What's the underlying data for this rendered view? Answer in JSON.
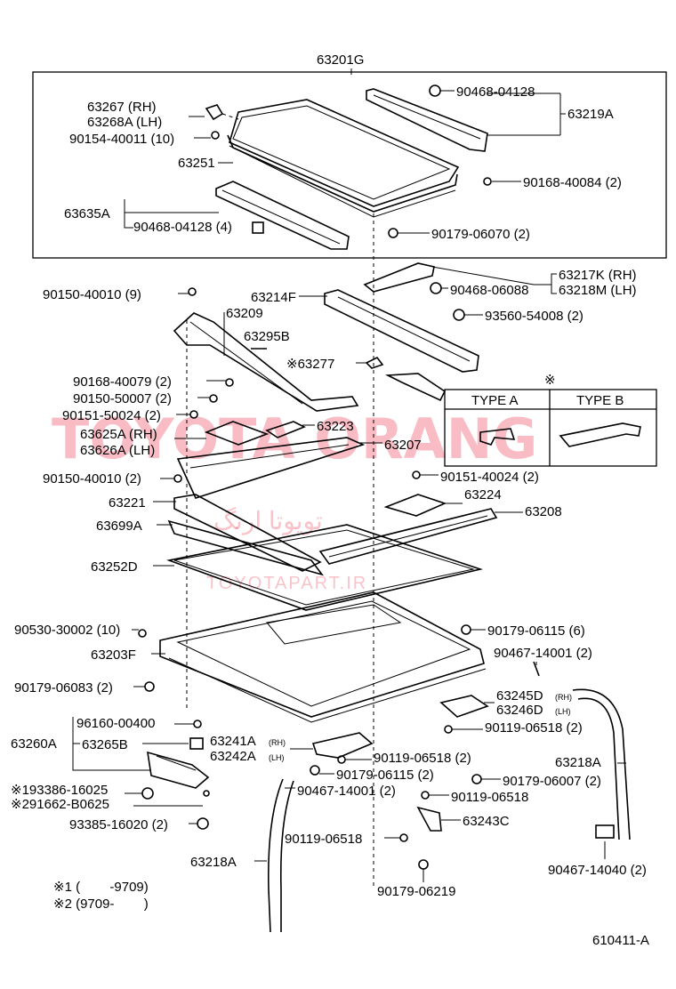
{
  "title_part": "63201G",
  "figure_code": "610411-A",
  "watermark": {
    "main": "TOYOTA ORANG",
    "sub": "TOYOTAPART.IR",
    "persian": "تویوتا ارنگ"
  },
  "type_table": {
    "marker": "※",
    "col_a": "TYPE A",
    "col_b": "TYPE B"
  },
  "footnotes": {
    "n1": "※1 (        -9709)",
    "n2": "※2 (9709-        )"
  },
  "labels": {
    "l63267": "63267  (RH)",
    "l63268A": "63268A (LH)",
    "l90154": "90154-40011 (10)",
    "l63251": "63251",
    "l63635A": "63635A",
    "l90468_4": "90468-04128 (4)",
    "l90468_top": "90468-04128",
    "l63219A": "63219A",
    "l90168_84": "90168-40084 (2)",
    "l90179_70": "90179-06070 (2)",
    "l63217K": "63217K (RH)",
    "l63218M": "63218M (LH)",
    "l90468_88": "90468-06088",
    "l93560": "93560-54008 (2)",
    "l90150_9": "90150-40010 (9)",
    "l63214F": "63214F",
    "l63209": "63209",
    "l63295B": "63295B",
    "l63277": "※63277",
    "l90168_79": "90168-40079 (2)",
    "l90150_07": "90150-50007 (2)",
    "l90151_24a": "90151-50024 (2)",
    "l63625A": "63625A (RH)",
    "l63626A": "63626A (LH)",
    "l63223": "63223",
    "l63207": "63207",
    "l90150_2": "90150-40010 (2)",
    "l90151_24b": "90151-40024 (2)",
    "l63221": "63221",
    "l63224": "63224",
    "l63208": "63208",
    "l63699A": "63699A",
    "l63252D": "63252D",
    "l90530": "90530-30002 (10)",
    "l90179_115_6": "90179-06115 (6)",
    "l63203F": "63203F",
    "l90467_14001_top": "90467-14001 (2)",
    "l90179_83": "90179-06083 (2)",
    "l63245D": "63245D",
    "l63245D_side": "(RH)",
    "l63246D": "63246D",
    "l63246D_side": "(LH)",
    "l96160": "96160-00400",
    "l90119_518_a": "90119-06518 (2)",
    "l63260A": "63260A",
    "l63265B": "63265B",
    "l63241A": "63241A",
    "l63241A_side": "(RH)",
    "l63242A": "63242A",
    "l63242A_side": "(LH)",
    "l90119_518_b": "90119-06518 (2)",
    "l63218A_r": "63218A",
    "l90179_115_2": "90179-06115 (2)",
    "l90179_007": "90179-06007 (2)",
    "l193386": "※193386-16025",
    "l291662": "※291662-B0625",
    "l90467_14001_bot": "90467-14001 (2)",
    "l90119_518_c": "90119-06518",
    "l93385": "93385-16020 (2)",
    "l63243C": "63243C",
    "l90119_518_d": "90119-06518",
    "l63218A_l": "63218A",
    "l90467_14040": "90467-14040 (2)",
    "l90179_219": "90179-06219"
  }
}
